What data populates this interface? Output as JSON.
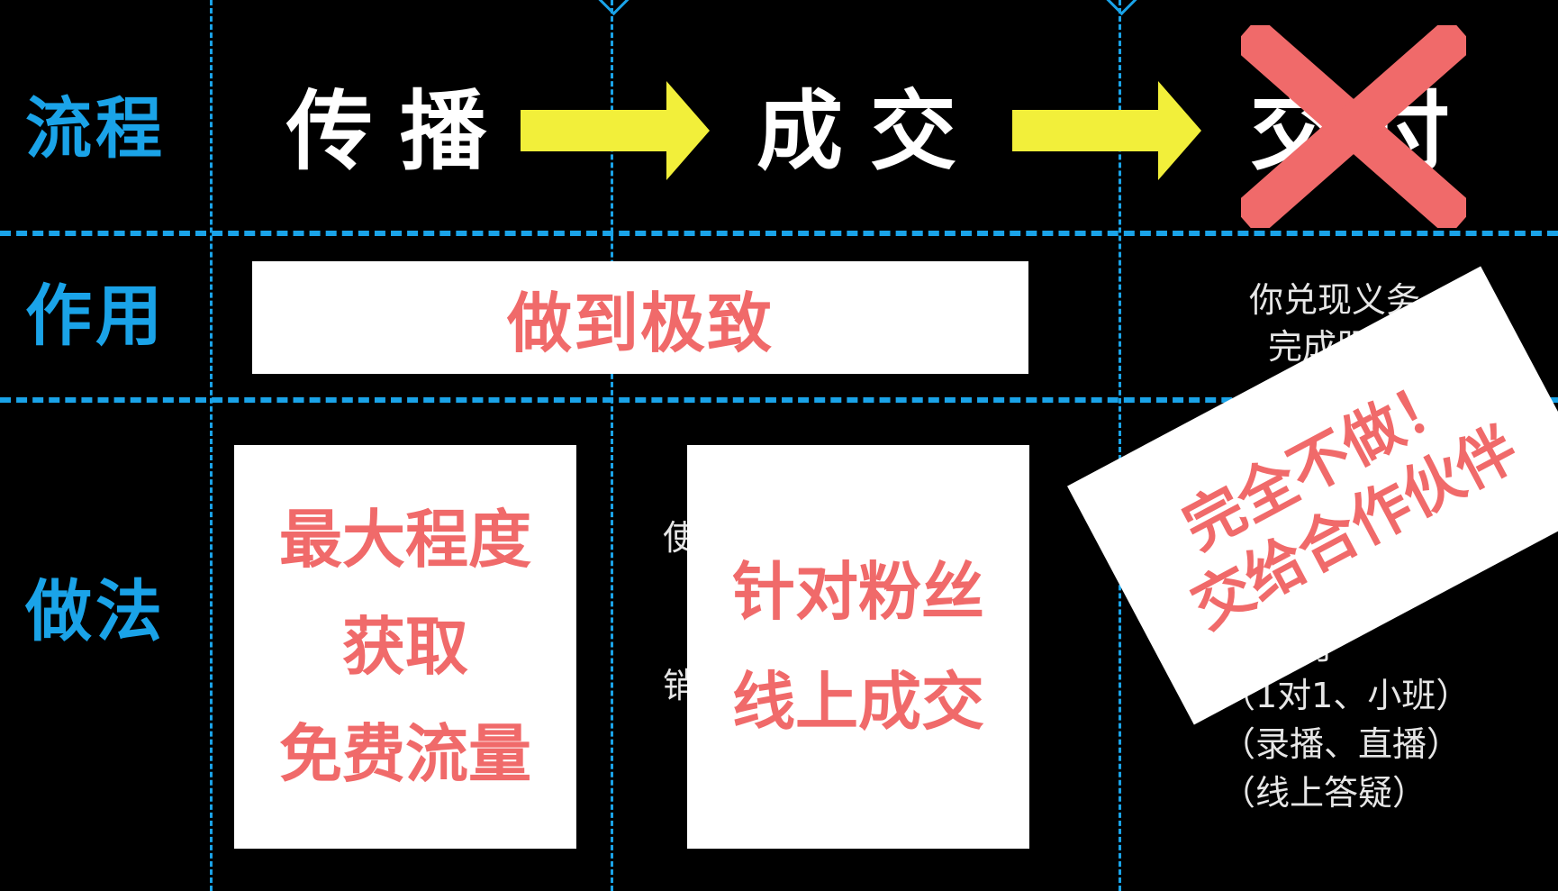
{
  "row_labels": {
    "process": "流程",
    "role": "作用",
    "method": "做法"
  },
  "steps": {
    "spread": "传播",
    "deal": "成交",
    "deliver": "交付"
  },
  "role": {
    "main_card": "做到极致",
    "deliver_text": [
      "你兑现义务",
      "完成服"
    ]
  },
  "method": {
    "spread_card": [
      "最大程度",
      "获取",
      "免费流量"
    ],
    "deal_card": [
      "针对粉丝",
      "线上成交"
    ],
    "deal_hidden_fragments": [
      "使",
      "销"
    ],
    "deliver_list": [
      "交付",
      "（1对1、小班）",
      "（录播、直播）",
      "（线上答疑）"
    ]
  },
  "stamp": [
    "完全不做！",
    "交给合作伙伴"
  ],
  "colors": {
    "grid": "#1aa3e8",
    "label": "#1aa3e8",
    "arrow": "#f2ef3a",
    "accent_red": "#f06a6a",
    "card_bg": "#ffffff",
    "background": "#000000"
  },
  "icons": {
    "arrow": "right-arrow-icon",
    "cross": "cross-mark-icon"
  }
}
